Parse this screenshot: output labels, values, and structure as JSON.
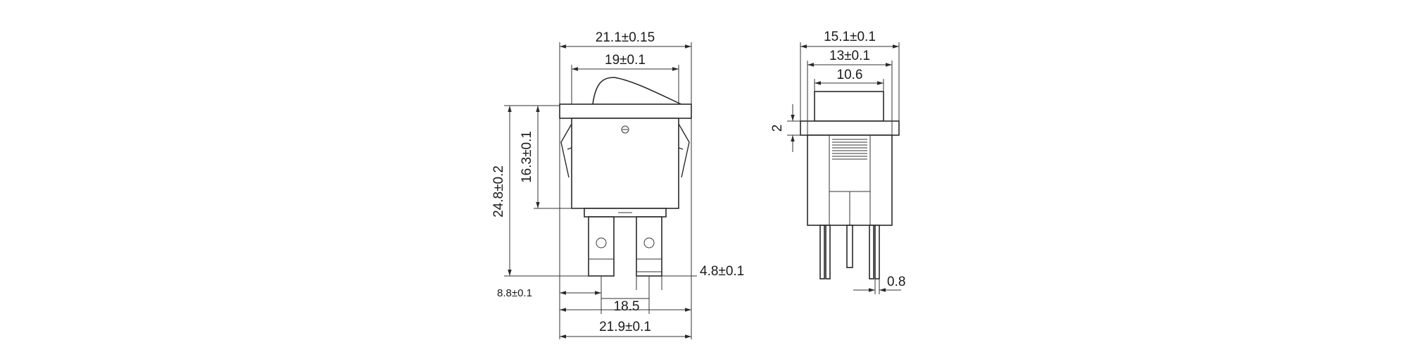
{
  "front_view": {
    "dims": {
      "overall_width_top": "21.1±0.15",
      "inner_width_top": "19±0.1",
      "overall_height": "24.8±0.2",
      "body_height": "16.3±0.1",
      "terminal_width": "4.8±0.1",
      "terminal_offset": "8.8±0.1",
      "terminal_pitch": "18.5",
      "overall_width_bottom": "21.9±0.1"
    }
  },
  "side_view": {
    "dims": {
      "flange_width": "15.1±0.1",
      "body_width": "13±0.1",
      "cap_width": "10.6",
      "flange_thickness": "2",
      "pin_width": "0.8"
    }
  }
}
